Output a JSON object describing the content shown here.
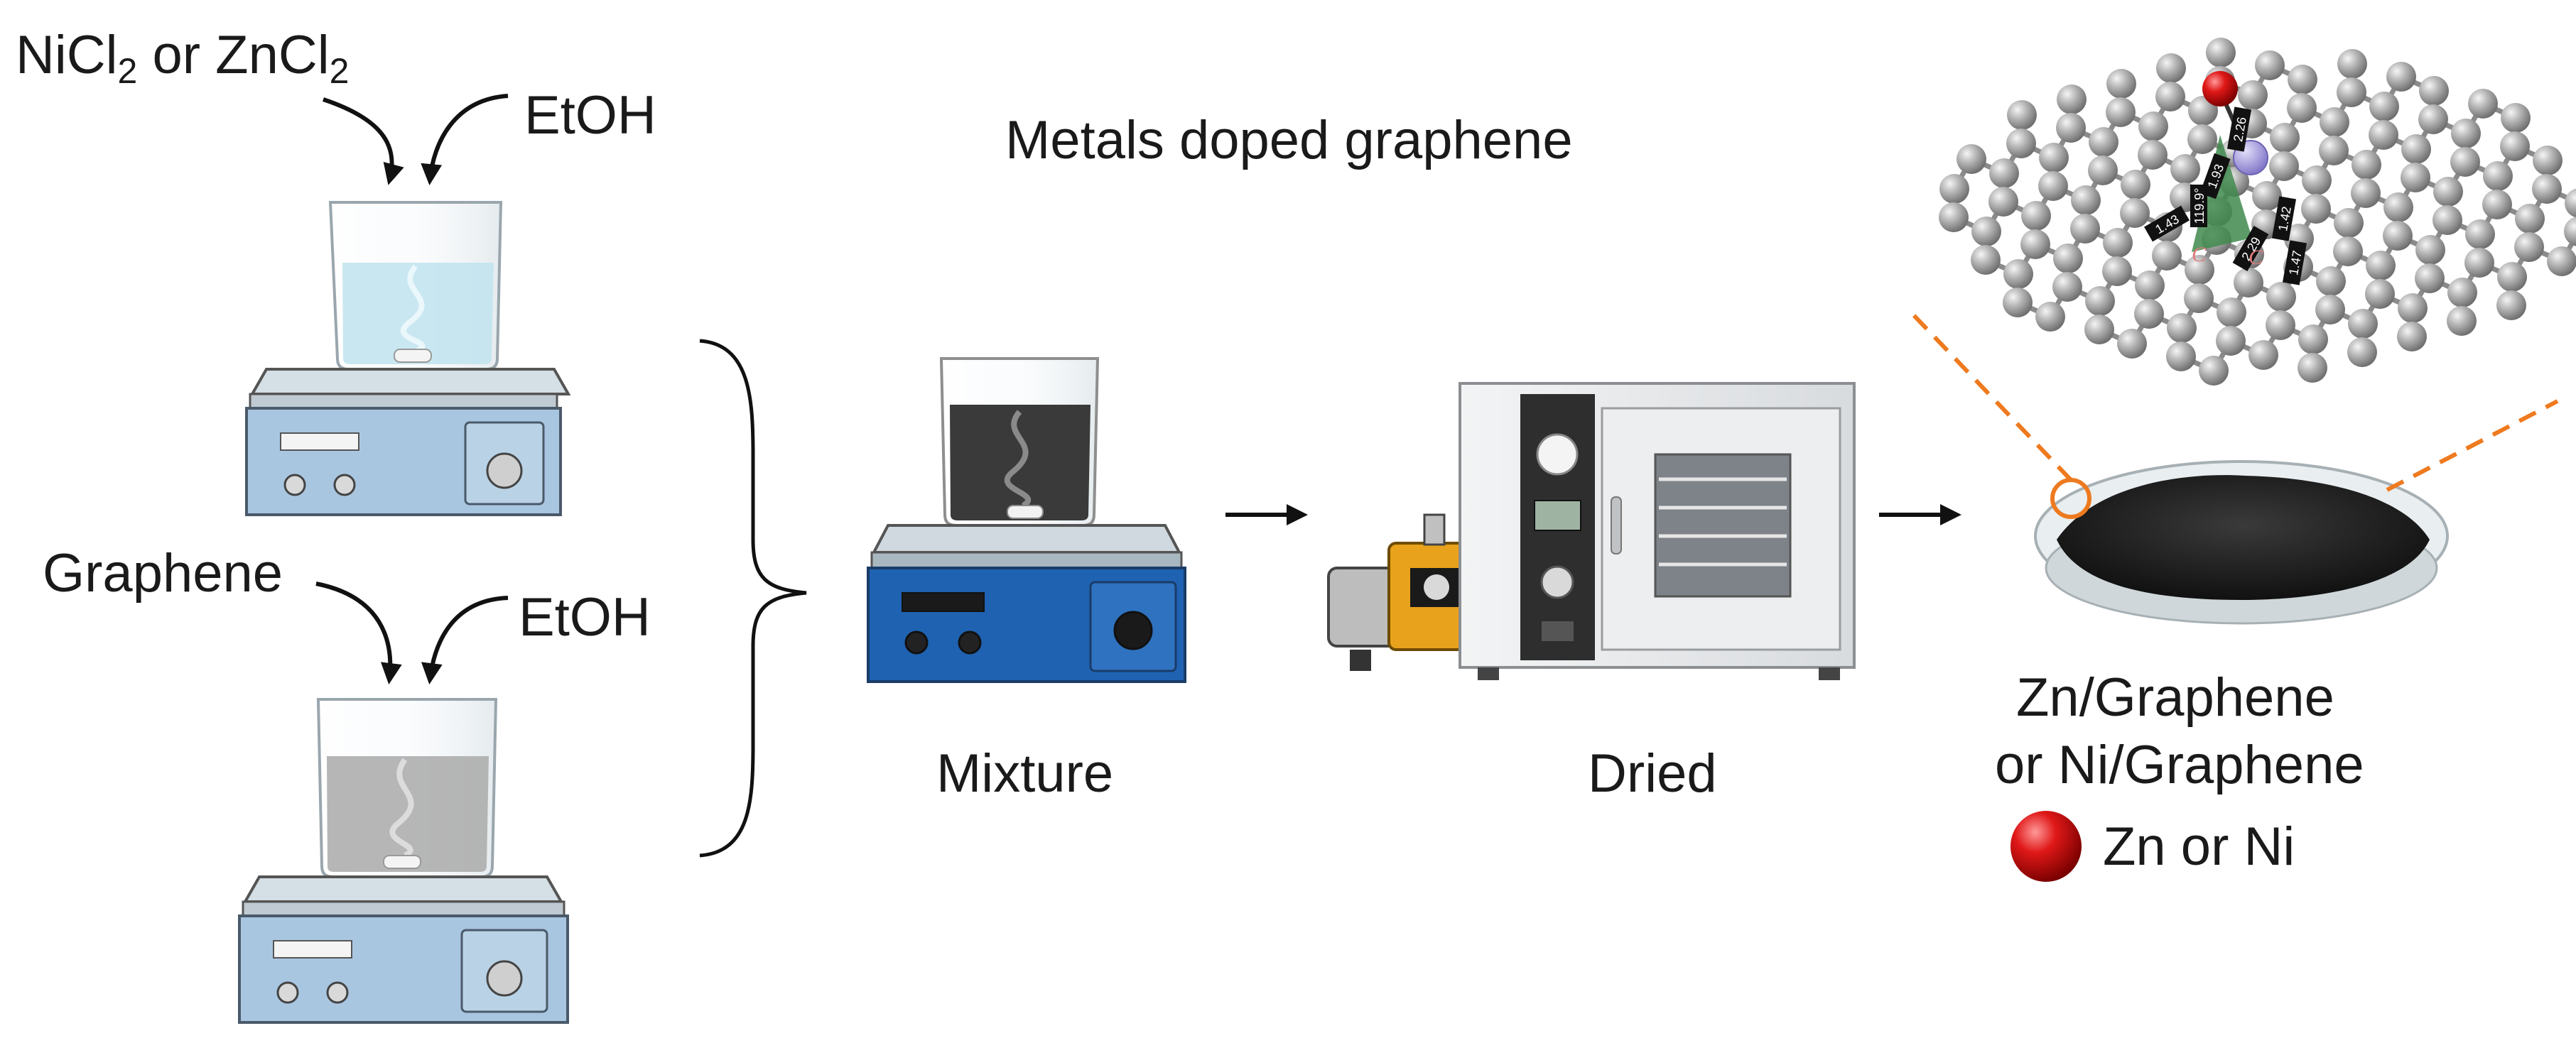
{
  "labels": {
    "reagent_top_main": "NiCl",
    "reagent_top_sub1": "2",
    "reagent_top_mid": " or ZnCl",
    "reagent_top_sub2": "2",
    "solvent_top": "EtOH",
    "reagent_bottom": "Graphene",
    "solvent_bottom": "EtOH",
    "title": "Metals doped graphene",
    "step_mixture": "Mixture",
    "step_dried": "Dried",
    "product_line1": "Zn/Graphene",
    "product_line2": "or Ni/Graphene",
    "legend_atom": "Zn or Ni"
  },
  "molecule_labels": [
    "1.93",
    "2.26",
    "1.42",
    "1.43",
    "2.29",
    "1.47",
    "119.9°"
  ],
  "atom_labels": [
    "C",
    "C"
  ],
  "colors": {
    "text": "#1a1a1a",
    "stirrer_top": "#a9c6e1",
    "stirrer_blue": "#1f62b1",
    "dark_solution": "#3a3a3a",
    "light_solution": "#bfe3ee",
    "gray_solution": "#a9a9a9",
    "oven_body": "#e6e8ea",
    "pump_orange": "#e8a21b",
    "graphene_atom": "#9e9e9e",
    "metal_atom": "#d81414",
    "zoom_line": "#ee7a1f"
  }
}
